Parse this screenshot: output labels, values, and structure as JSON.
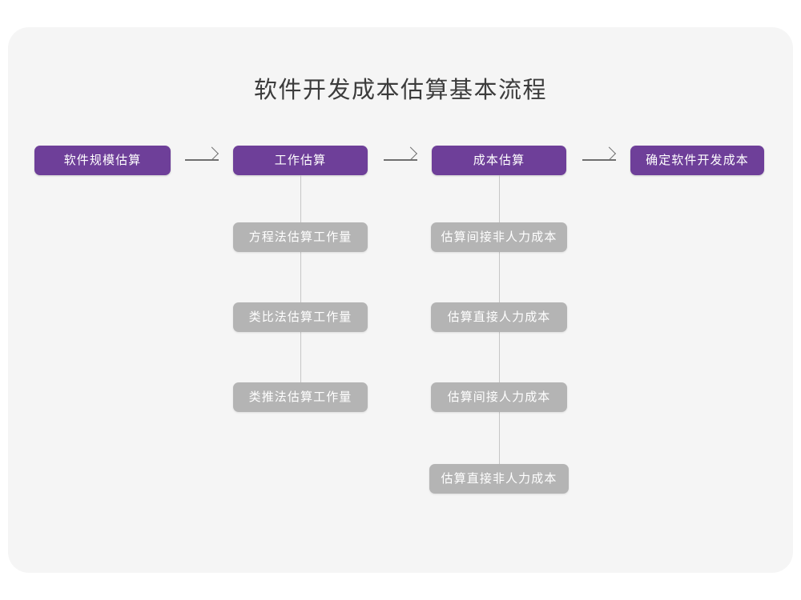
{
  "page": {
    "title": "软件开发成本估算基本流程",
    "background_color": "#ffffff",
    "card_color": "#f5f5f5"
  },
  "theme": {
    "primary_color": "#6e3f99",
    "secondary_color": "#b4b4b4",
    "arrow_color": "#6f6f6f",
    "connector_color": "#c6c6c6",
    "title_color": "#3c3c3c",
    "node_text_color": "#ffffff"
  },
  "flow": {
    "main_steps": [
      {
        "id": "step-1",
        "label": "软件规模估算"
      },
      {
        "id": "step-2",
        "label": "工作估算"
      },
      {
        "id": "step-3",
        "label": "成本估算"
      },
      {
        "id": "step-4",
        "label": "确定软件开发成本"
      }
    ],
    "arrows": [
      {
        "id": "arrow-1",
        "from": "软件规模估算",
        "to": "工作估算",
        "glyph": "→"
      },
      {
        "id": "arrow-2",
        "from": "工作估算",
        "to": "成本估算",
        "glyph": "→"
      },
      {
        "id": "arrow-3",
        "from": "成本估算",
        "to": "确定软件开发成本",
        "glyph": "→"
      }
    ],
    "branches": [
      {
        "id": "branch-effort",
        "parent": "工作估算",
        "items": [
          {
            "id": "effort-1",
            "label": "方程法估算工作量"
          },
          {
            "id": "effort-2",
            "label": "类比法估算工作量"
          },
          {
            "id": "effort-3",
            "label": "类推法估算工作量"
          }
        ]
      },
      {
        "id": "branch-cost",
        "parent": "成本估算",
        "items": [
          {
            "id": "cost-1",
            "label": "估算间接非人力成本"
          },
          {
            "id": "cost-2",
            "label": "估算直接人力成本"
          },
          {
            "id": "cost-3",
            "label": "估算间接人力成本"
          },
          {
            "id": "cost-4",
            "label": "估算直接非人力成本"
          }
        ]
      }
    ]
  }
}
